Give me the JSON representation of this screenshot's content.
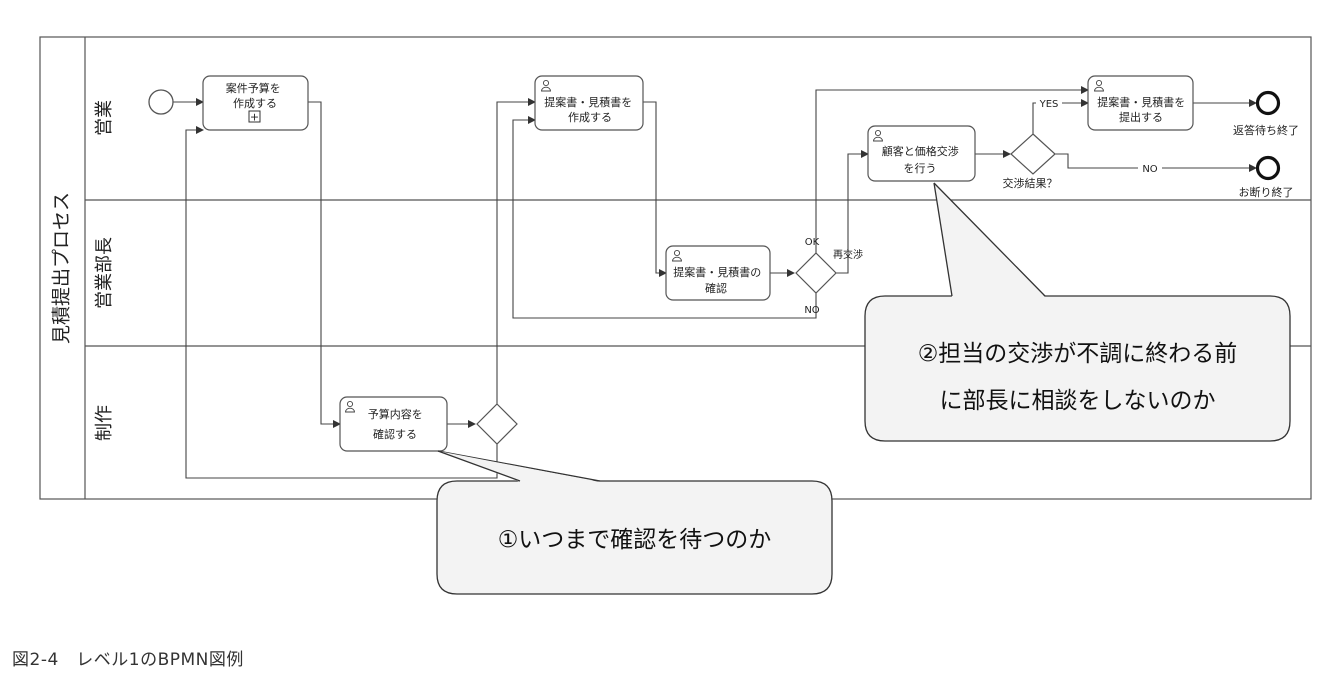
{
  "pool": {
    "label": "見積提出プロセス"
  },
  "lanes": {
    "sales": "営業",
    "manager": "営業部長",
    "production": "制作"
  },
  "tasks": {
    "create_budget": [
      "案件予算を",
      "作成する"
    ],
    "create_proposal": [
      "提案書・見積書を",
      "作成する"
    ],
    "confirm_budget": [
      "予算内容を",
      "確認する"
    ],
    "check_proposal": [
      "提案書・見積書の",
      "確認"
    ],
    "negotiate": [
      "顧客と価格交渉",
      "を行う"
    ],
    "submit": [
      "提案書・見積書を",
      "提出する"
    ]
  },
  "subprocess_marker": "+",
  "gateways": {
    "negotiation_result": "交渉結果？"
  },
  "flow_labels": {
    "yes": "YES",
    "no": "NO",
    "ok": "OK",
    "renegotiate": "再交渉",
    "review_no": "NO"
  },
  "end_events": {
    "await_reply": "返答待ち終了",
    "declined": "お断り終了"
  },
  "callouts": {
    "first": "①いつまで確認を待つのか",
    "second_line1": "②担当の交渉が不調に終わる前",
    "second_line2": "に部長に相談をしないのか"
  },
  "caption": "図2-4　レベル1のBPMN図例",
  "colors": {
    "line": "#444444",
    "callout_fill": "#f3f3f3",
    "callout_border": "#333333"
  }
}
